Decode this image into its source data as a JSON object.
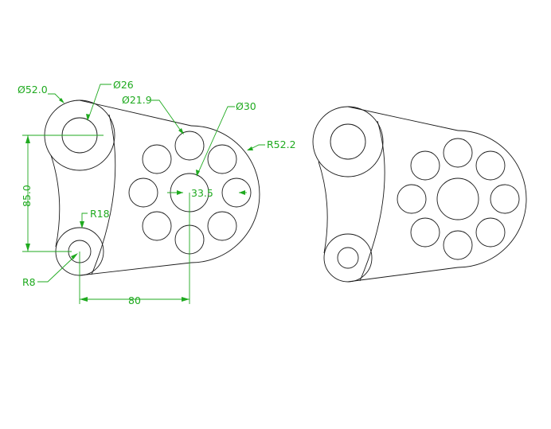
{
  "dimensions": {
    "dia_52": "Ø52.0",
    "dia_26": "Ø26",
    "dia_21_9": "Ø21.9",
    "dia_30": "Ø30",
    "rad_52_2": "R52.2",
    "vert_85": "85.0",
    "rad_18": "R18",
    "rad_8": "R8",
    "dim_33_5": "33.5",
    "horiz_80": "80"
  },
  "colors": {
    "geometry": "#1a1a1a",
    "dimension": "#1faa1f",
    "background": "#ffffff"
  }
}
